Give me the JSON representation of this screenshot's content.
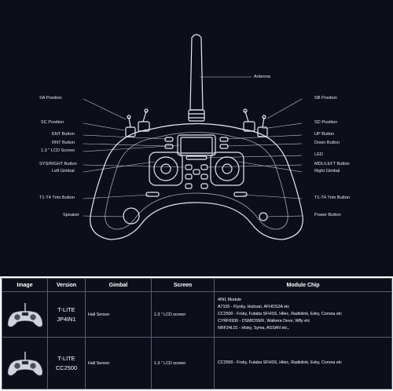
{
  "labels": {
    "antenna": "Antenna",
    "sa_position": "SA Position",
    "sb_position": "SB Position",
    "sc_position": "SC  Position",
    "sd_position": "SD  Position",
    "ent_button": "ENT Button",
    "rnt_button": "RNT Button",
    "lcd_screen": "1.3 \" LCD Screen",
    "up_button": "UP  Button",
    "down_button": "Down  Button",
    "led": "LED",
    "sys_right_button": "SYS/RIGHT Button",
    "left_gimbal": "Left Gimbal",
    "mdl_left_button": "MDL/LEFT Button",
    "right_gimbal": "Right Gimbal",
    "trim_left": "T1-T4 Trim Button",
    "trim_right": "T1-T4 Trim Button",
    "speaker": "Speaker",
    "power_button": "Power Button"
  },
  "table": {
    "headers": [
      "Image",
      "Version",
      "Gimbal",
      "Screen",
      "Module Chip"
    ],
    "rows": [
      {
        "version_line1": "T-LITE",
        "version_line2": "JP4IN1",
        "gimbal": "Hall Sensor",
        "screen": "1.3 \" LCD screen",
        "chip": [
          "4IN1 Module",
          "A7105 - Flysky, Hubsan, AFHDS2A etc",
          "CC2500 - Frsky, Futaba SFHSS, Hitec, Radiolink, Esky, Corona etc",
          "CYRF6936 - DSM/DSMX, Walkera Devo, Wfly etc",
          "NRF24L01 - Hisky, Syma, ASSAN etc,."
        ]
      },
      {
        "version_line1": "T-LITE",
        "version_line2": "CC2500",
        "gimbal": "Hall Sensor",
        "screen": "1.3 \" LCD screen",
        "chip": [
          "CC2500 - Frsky, Futaba SFHSS, Hitec, Radiolink, Esky, Corona etc"
        ]
      }
    ]
  }
}
